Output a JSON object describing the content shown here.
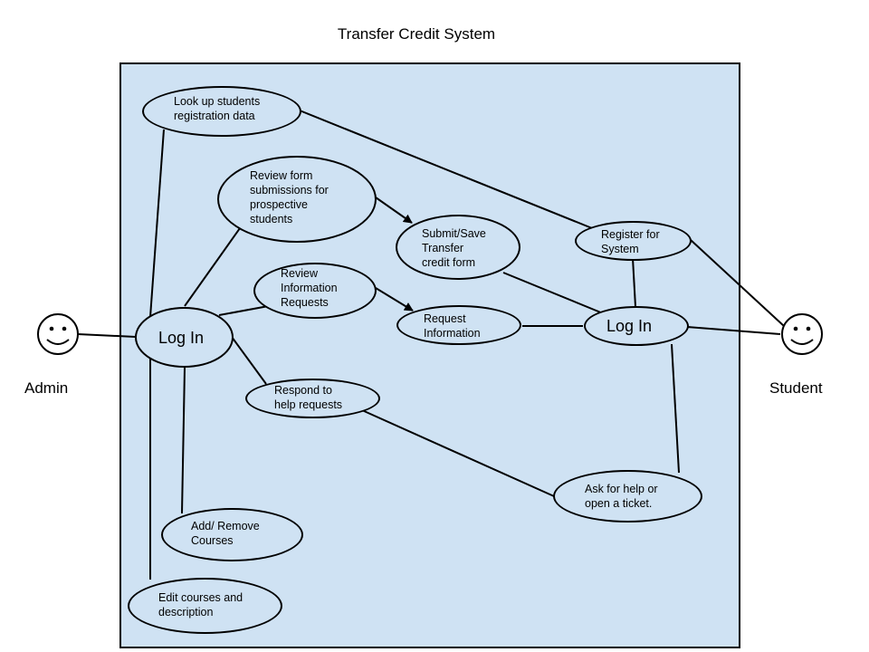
{
  "diagram": {
    "title": "Transfer Credit System",
    "actors": {
      "admin": "Admin",
      "student": "Student"
    },
    "use_cases": {
      "lookup": "Look up students\nregistration data",
      "review_forms": "Review form\nsubmissions for\nprospective\nstudents",
      "submit_save": "Submit/Save\nTransfer\ncredit form",
      "register": "Register for\nSystem",
      "review_info": "Review\nInformation\nRequests",
      "request_info": "Request\nInformation",
      "admin_login": "Log In",
      "student_login": "Log In",
      "respond_help": "Respond to\nhelp requests",
      "ask_help": "Ask for help or\nopen a ticket.",
      "add_remove": "Add/ Remove\nCourses",
      "edit_courses": "Edit courses and\ndescription"
    },
    "colors": {
      "system_boundary_fill": "#cfe2f3",
      "stroke": "#000000",
      "actor_fill": "#ffffff"
    }
  }
}
